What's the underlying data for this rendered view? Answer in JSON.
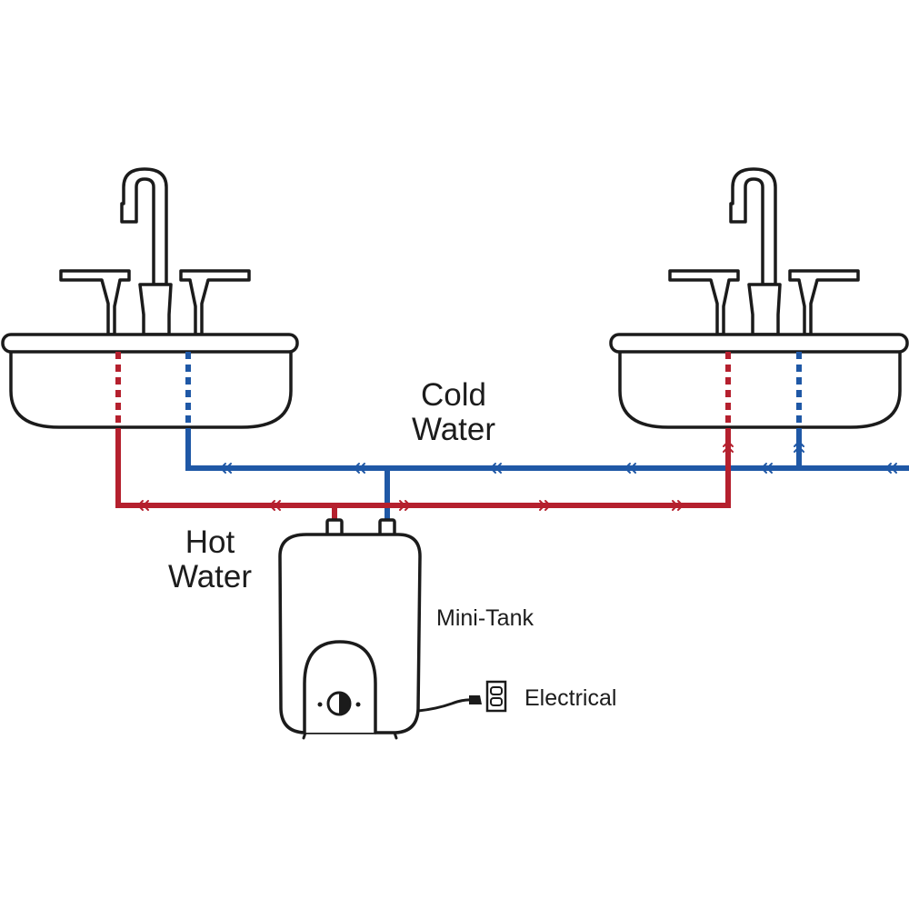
{
  "diagram": {
    "labels": {
      "cold_line1": "Cold",
      "cold_line2": "Water",
      "hot_line1": "Hot",
      "hot_line2": "Water",
      "tank": "Mini-Tank",
      "electrical": "Electrical"
    },
    "colors": {
      "hot": "#b5202e",
      "cold": "#1f58a6",
      "outline": "#1b1b1b"
    },
    "icons": [
      "sink-icon",
      "faucet-icon",
      "water-heater-icon",
      "electrical-outlet-icon",
      "flow-arrow-icon"
    ]
  }
}
